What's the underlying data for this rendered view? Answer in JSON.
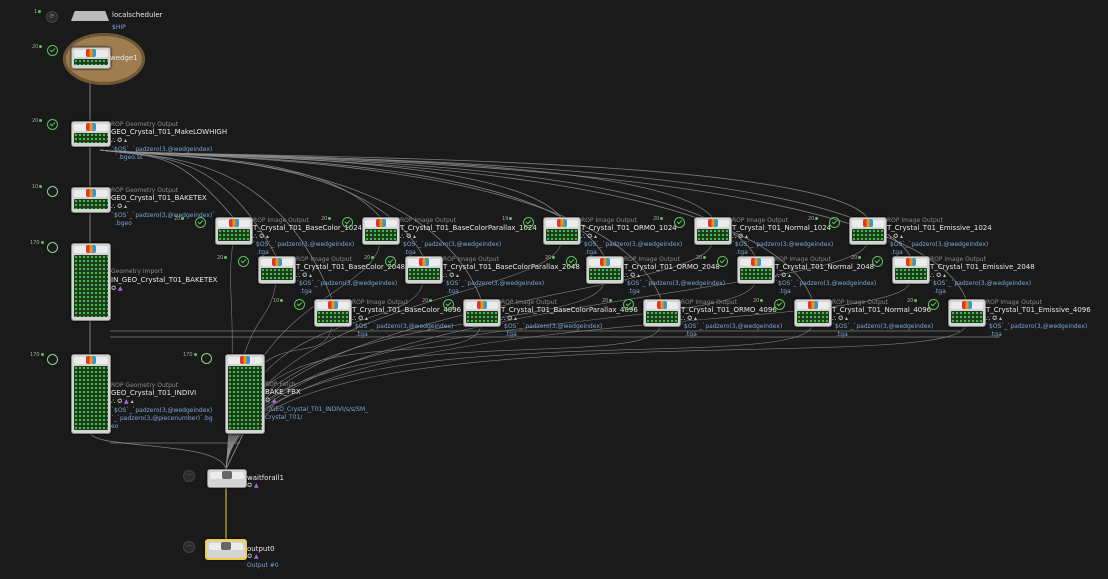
{
  "scheduler": {
    "name": "localscheduler",
    "sub": "$HIP",
    "count": "1",
    "icon": "refresh-icon"
  },
  "nodes": {
    "wedge1": {
      "name": "wedge1",
      "count": "20"
    },
    "make_lowhigh": {
      "type": "ROP Geometry Output",
      "name": "GEO_Crystal_T01_MakeLOWHIGH",
      "sub1": "`$OS`_`padzero(3,@wedgeindex)",
      "sub2": "`.bgeo.sc",
      "count": "20"
    },
    "baketex": {
      "type": "ROP Geometry Output",
      "name": "GEO_Crystal_T01_BAKETEX",
      "sub1": "`$OS`_`padzero(3,@wedgeindex)`",
      "sub2": ".bgeo",
      "count": "10"
    },
    "in_baketex": {
      "type": "Geometry Import",
      "name": "IN_GEO_Crystal_T01_BAKETEX",
      "count": "170"
    },
    "indivi": {
      "type": "ROP Geometry Output",
      "name": "GEO_Crystal_T01_INDIVI",
      "sub1": "`$OS`_`padzero(3,@wedgeindex)",
      "sub2": "`_`padzero(3,@piecenumber)`.bg",
      "sub3": "eo",
      "count": "170"
    },
    "bake_fbx": {
      "type": "ROP Fetch",
      "name": "BAKE_FBX",
      "sub1": "../GEO_Crystal_T01_INDIVI/s/s/SM_",
      "sub2": "Crystal_T01/",
      "count": "170"
    },
    "waitforall1": {
      "name": "waitforall1"
    },
    "output0": {
      "name": "output0",
      "sub": "Output #0"
    }
  },
  "image_rows": [
    [
      {
        "type": "ROP Image Output",
        "name": "T_Crystal_T01_BaseColor_1024",
        "sub1": "`$OS`_`padzero(3,@wedgeindex)",
        "sub2": ".tga",
        "count": "20"
      },
      {
        "type": "ROP Image Output",
        "name": "T_Crystal_T01_BaseColorParallax_1024",
        "sub1": "`$OS`_`padzero(3,@wedgeindex)",
        "sub2": ".tga",
        "count": "20"
      },
      {
        "type": "ROP Image Output",
        "name": "T_Crystal_T01_ORMO_1024",
        "sub1": "`$OS`_`padzero(3,@wedgeindex)",
        "sub2": ".tga",
        "count": "19"
      },
      {
        "type": "ROP Image Output",
        "name": "T_Crystal_T01_Normal_1024",
        "sub1": "`$OS`_`padzero(3,@wedgeindex)",
        "sub2": ".tga",
        "count": "20"
      },
      {
        "type": "ROP Image Output",
        "name": "T_Crystal_T01_Emissive_1024",
        "sub1": "`$OS`_`padzero(3,@wedgeindex)",
        "sub2": ".tga",
        "count": "20"
      }
    ],
    [
      {
        "type": "ROP Image Output",
        "name": "T_Crystal_T01_BaseColor_2048",
        "sub1": "`$OS`_`padzero(3,@wedgeindex)",
        "sub2": ".tga",
        "count": "20"
      },
      {
        "type": "ROP Image Output",
        "name": "T_Crystal_T01_BaseColorParallax_2048",
        "sub1": "`$OS`_`padzero(3,@wedgeindex)",
        "sub2": ".tga",
        "count": "20"
      },
      {
        "type": "ROP Image Output",
        "name": "T_Crystal_T01_ORMO_2048",
        "sub1": "`$OS`_`padzero(3,@wedgeindex)",
        "sub2": ".tga",
        "count": "20"
      },
      {
        "type": "ROP Image Output",
        "name": "T_Crystal_T01_Normal_2048",
        "sub1": "`$OS`_`padzero(3,@wedgeindex)",
        "sub2": ".tga",
        "count": "20"
      },
      {
        "type": "ROP Image Output",
        "name": "T_Crystal_T01_Emissive_2048",
        "sub1": "`$OS`_`padzero(3,@wedgeindex)",
        "sub2": ".tga",
        "count": "20"
      }
    ],
    [
      {
        "type": "ROP Image Output",
        "name": "T_Crystal_T01_BaseColor_4096",
        "sub1": "`$OS`_`padzero(3,@wedgeindex)",
        "sub2": ".tga",
        "count": "10"
      },
      {
        "type": "ROP Image Output",
        "name": "T_Crystal_T01_BaseColorParallax_4096",
        "sub1": "`$OS`_`padzero(3,@wedgeindex)",
        "sub2": ".tga",
        "count": "20"
      },
      {
        "type": "ROP Image Output",
        "name": "T_Crystal_T01_ORMO_4096",
        "sub1": "`$OS`_`padzero(3,@wedgeindex)",
        "sub2": ".tga",
        "count": "20"
      },
      {
        "type": "ROP Image Output",
        "name": "T_Crystal_T01_Normal_4096",
        "sub1": "`$OS`_`padzero(3,@wedgeindex)",
        "sub2": ".tga",
        "count": "20"
      },
      {
        "type": "ROP Image Output",
        "name": "T_Crystal_T01_Emissive_4096",
        "sub1": "`$OS`_`padzero(3,@wedgeindex)",
        "sub2": ".tga",
        "count": "20"
      }
    ]
  ],
  "colors": {
    "background": "#1a1a1a",
    "wire": "#8f8f8f",
    "selected": "#f0d040",
    "complete": "#5cc45c",
    "label": "#e8e8e8",
    "sub": "#7aa6d6"
  },
  "flag_glyphs": "⛬ ✪ ▲"
}
